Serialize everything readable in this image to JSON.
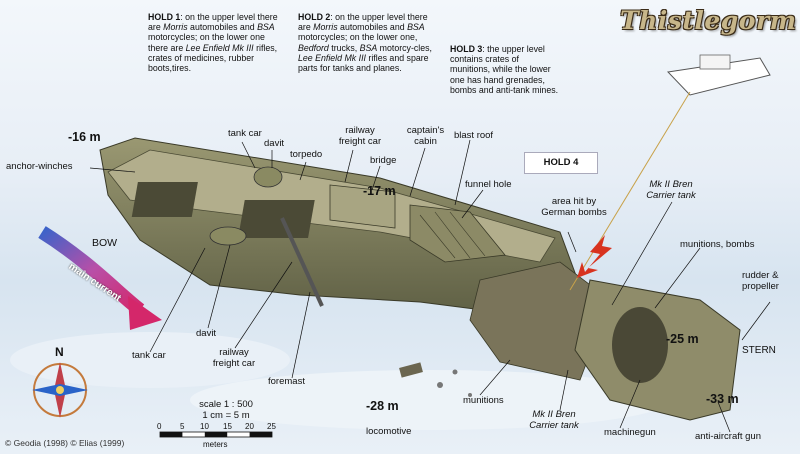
{
  "title": "Thistlegorm",
  "holds": {
    "hold1": {
      "label": "HOLD 1",
      "text_a": ": on the upper level there are ",
      "text_b": "Morris",
      "text_c": " automobiles and ",
      "text_d": "BSA",
      "text_e": " motorcycles; on the lower one there are ",
      "text_f": "Lee Enfield Mk III",
      "text_g": " rifles, crates of medicines, rubber boots,tires."
    },
    "hold2": {
      "label": "HOLD 2",
      "text_a": ": on the upper level there are ",
      "text_b": "Morris",
      "text_c": " automobiles and ",
      "text_d": "BSA",
      "text_e": " motorcycles; on the lower one, ",
      "text_f": "Bedford",
      "text_g": " trucks, ",
      "text_h": "BSA",
      "text_i": " motorcy-cles, ",
      "text_j": "Lee Enfield Mk III",
      "text_k": " rifles and spare parts for tanks and planes."
    },
    "hold3": {
      "label": "HOLD 3",
      "text": ": the upper level contains crates of munitions, while the lower one has hand grenades, bombs and anti-tank mines."
    },
    "hold4": "HOLD 4"
  },
  "depths": {
    "bow": "-16 m",
    "bridge": "-17 m",
    "stern": "-25 m",
    "gun": "-33 m",
    "loco": "-28 m"
  },
  "labels": {
    "anchor_winches": "anchor-winches",
    "tank_car_top": "tank car",
    "davit_top": "davit",
    "torpedo": "torpedo",
    "railway_freight_car_top": "railway freight car",
    "bridge": "bridge",
    "captains_cabin": "captain's cabin",
    "blast_roof": "blast roof",
    "funnel_hole": "funnel hole",
    "bow": "BOW",
    "main_current": "main current",
    "area_hit": "area hit by German bombs",
    "mk2_top": "Mk II Bren Carrier tank",
    "munitions_bombs": "munitions, bombs",
    "rudder": "rudder & propeller",
    "stern": "STERN",
    "tank_car_bottom": "tank car",
    "davit_bottom": "davit",
    "railway_freight_car_bottom": "railway freight car",
    "foremast": "foremast",
    "munitions": "munitions",
    "mk2_bottom": "Mk II Bren Carrier tank",
    "machinegun": "machinegun",
    "anti_aircraft_gun": "anti-aircraft gun",
    "locomotive": "locomotive",
    "compass_n": "N"
  },
  "scale": {
    "ratio": "scale 1 : 500",
    "equiv": "1 cm = 5 m",
    "ticks": [
      "0",
      "5",
      "10",
      "15",
      "20",
      "25"
    ],
    "unit": "meters"
  },
  "credit": "© Geodia (1998) © Elias (1999)",
  "colors": {
    "hull": "#8a8a62",
    "deck": "#b2ae8c",
    "current_arrow": "#c0306a",
    "bomb_arrow": "#d8331f",
    "title": "#c7b68a"
  }
}
